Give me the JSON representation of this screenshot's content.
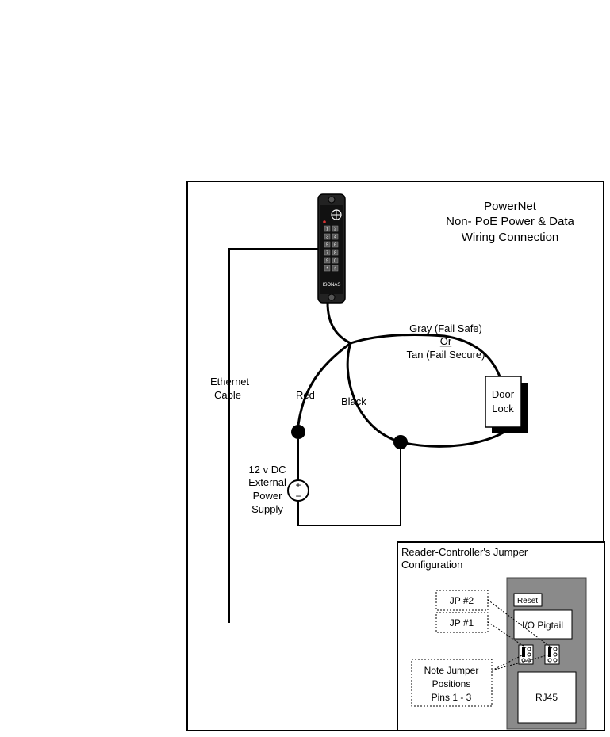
{
  "diagram": {
    "title_lines": [
      "PowerNet",
      "Non- PoE Power & Data",
      "Wiring Connection"
    ],
    "ethernet_label_lines": [
      "Ethernet",
      "Cable"
    ],
    "gray_wire_label": "Gray (Fail Safe)",
    "or_label": "Or",
    "tan_wire_label": "Tan (Fail Secure)",
    "red_wire_label": "Red",
    "black_wire_label": "Black",
    "door_lock_lines": [
      "Door",
      "Lock"
    ],
    "power_supply_lines": [
      "12 v DC",
      "External",
      "Power",
      "Supply"
    ],
    "plus_sign": "+",
    "minus_sign": "−",
    "reader_brand": "ISONAS",
    "keypad_keys": [
      "1",
      "2",
      "3",
      "4",
      "5",
      "6",
      "7",
      "8",
      "9",
      "0",
      "*",
      "#"
    ]
  },
  "jumper_panel": {
    "title_lines": [
      "Reader-Controller's Jumper",
      "Configuration"
    ],
    "reset_label": "Reset",
    "io_pigtail_label": "I/O Pigtail",
    "rj45_label": "RJ45",
    "jp2_label": "JP #2",
    "jp1_label": "JP #1",
    "note_lines": [
      "Note Jumper",
      "Positions",
      "Pins 1 - 3"
    ]
  }
}
